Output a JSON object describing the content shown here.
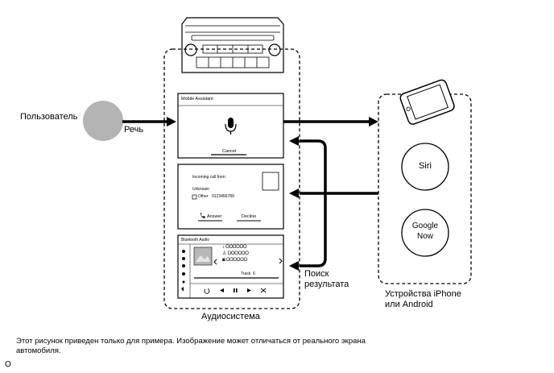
{
  "labels": {
    "user": "Пользователь",
    "speech": "Речь",
    "search_result_line1": "Поиск",
    "search_result_line2": "результата",
    "audio_system": "Аудиосистема",
    "devices_line1": "Устройства iPhone",
    "devices_line2": "или Android"
  },
  "screen_mobile_assistant": {
    "title": "Mobile Assistant",
    "cancel": "Cancel"
  },
  "screen_incoming_call": {
    "title": "Incoming call from:",
    "caller": "Unknown",
    "number_type": "Other",
    "number": "0123456789",
    "answer": "Answer",
    "decline": "Decline"
  },
  "screen_bluetooth_audio": {
    "title": "Bluetooth Audio",
    "track_label": "Track",
    "track_number": "6",
    "rows": [
      "OOOOOO",
      "OOOOOO",
      "OOOOOO"
    ]
  },
  "assistants": {
    "siri": "Siri",
    "google_line1": "Google",
    "google_line2": "Now"
  },
  "footnote": "Этот рисунок приведен только для примера. Изображение может отличаться от реального экрана автомобиля.",
  "corner_marker": "O"
}
